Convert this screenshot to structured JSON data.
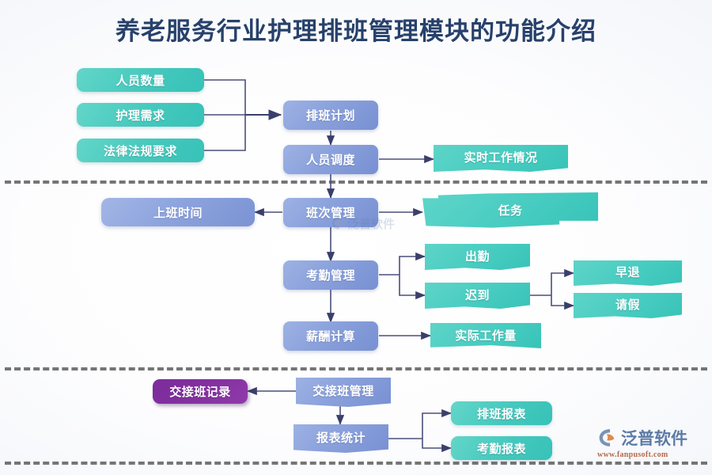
{
  "page": {
    "title": "养老服务行业护理排班管理模块的功能介绍"
  },
  "colors": {
    "title": "#27416b",
    "teal": "#45c8bd",
    "blue": "#8aa1dc",
    "purple": "#83309f",
    "divider": "#5e5e5e",
    "connector": "#4b4f7a",
    "brand_text": "#5c7ba6",
    "brand_url": "#b56a4a"
  },
  "sections": [
    {
      "id": "planning",
      "nodes": [
        {
          "id": "staff-count",
          "label": "人员数量"
        },
        {
          "id": "care-demand",
          "label": "护理需求"
        },
        {
          "id": "legal-req",
          "label": "法律法规要求"
        },
        {
          "id": "shift-plan",
          "label": "排班计划"
        },
        {
          "id": "staff-dispatch",
          "label": "人员调度"
        },
        {
          "id": "realtime-work",
          "label": "实时工作情况"
        }
      ]
    },
    {
      "id": "operations",
      "nodes": [
        {
          "id": "work-time",
          "label": "上班时间"
        },
        {
          "id": "shift-mgmt",
          "label": "班次管理"
        },
        {
          "id": "task",
          "label": "任务"
        },
        {
          "id": "attendance-mgmt",
          "label": "考勤管理"
        },
        {
          "id": "attendance",
          "label": "出勤"
        },
        {
          "id": "late",
          "label": "迟到"
        },
        {
          "id": "early-leave",
          "label": "早退"
        },
        {
          "id": "leave-request",
          "label": "请假"
        },
        {
          "id": "salary-calc",
          "label": "薪酬计算"
        },
        {
          "id": "actual-workload",
          "label": "实际工作量"
        }
      ]
    },
    {
      "id": "handover-reports",
      "nodes": [
        {
          "id": "handover-record",
          "label": "交接班记录"
        },
        {
          "id": "handover-mgmt",
          "label": "交接班管理"
        },
        {
          "id": "report-stats",
          "label": "报表统计"
        },
        {
          "id": "schedule-report",
          "label": "排班报表"
        },
        {
          "id": "attendance-report",
          "label": "考勤报表"
        }
      ]
    }
  ],
  "watermark": {
    "center_text": "泛普软件"
  },
  "brand": {
    "name": "泛普软件",
    "url": "www.fanpusoft.com"
  }
}
